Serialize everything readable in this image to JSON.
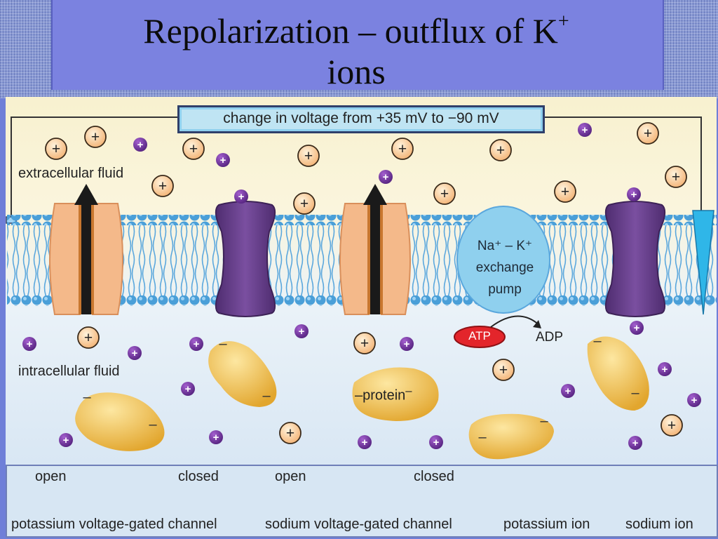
{
  "title": {
    "main": "Repolarization – outflux of K",
    "sup": "+",
    "line2": "ions"
  },
  "voltage_label": "change in voltage from +35 mV to −90 mV",
  "labels": {
    "extracellular": "extracellular fluid",
    "intracellular": "intracellular fluid",
    "pump_line1": "Na⁺ – K⁺",
    "pump_line2": "exchange",
    "pump_line3": "pump",
    "atp": "ATP",
    "adp": "ADP",
    "protein": "protein",
    "plus": "+",
    "minus": "–"
  },
  "legend": {
    "open1": "open",
    "closed1": "closed",
    "open2": "open",
    "closed2": "closed",
    "potassium_channel": "potassium voltage-gated channel",
    "sodium_channel": "sodium voltage-gated channel",
    "potassium_ion": "potassium ion",
    "sodium_ion": "sodium ion"
  },
  "colors": {
    "potassium_ion": "#f7c58a",
    "sodium_ion": "#7b3aa6",
    "potassium_channel": "#f4b98a",
    "sodium_channel": "#6a3f8f",
    "pump": "#8fd0ee",
    "atp": "#e3252b",
    "protein": "#f2c14e",
    "membrane_head": "#5aa7dd"
  }
}
